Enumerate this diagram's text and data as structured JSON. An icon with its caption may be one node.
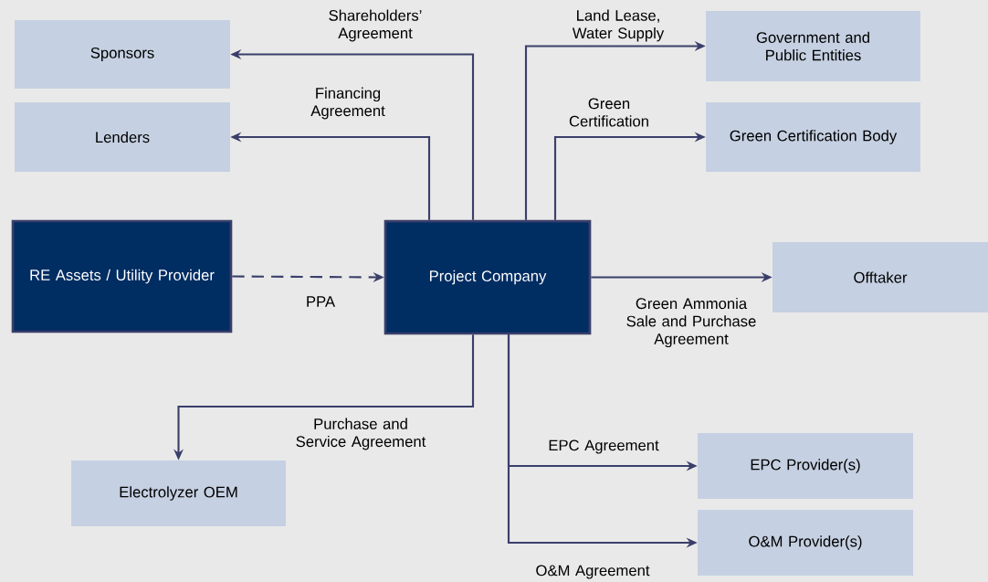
{
  "diagram": {
    "nodes": [
      {
        "text": [
          "Sponsors"
        ]
      },
      {
        "text": [
          "Lenders"
        ]
      },
      {
        "text": [
          "Government and Public Entities"
        ]
      },
      {
        "text": [
          "Green Certification Body"
        ]
      },
      {
        "text": [
          "RE Assets / Utility Provider"
        ]
      },
      {
        "text": [
          "Project Company"
        ]
      },
      {
        "text": [
          "Offtaker"
        ]
      },
      {
        "text": [
          "Electrolyzer OEM"
        ]
      },
      {
        "text": [
          "EPC Provider(s)"
        ]
      },
      {
        "text": [
          "O&M Provider(s)"
        ]
      }
    ],
    "edges": [
      {
        "from": 5,
        "to": 0,
        "arrow": "to",
        "label": "Shareholders’ Agreement"
      },
      {
        "from": 5,
        "to": 1,
        "arrow": "to",
        "label": "Financing Agreement"
      },
      {
        "from": 5,
        "to": 2,
        "arrow": "to",
        "label": "Land Lease, Water Supply"
      },
      {
        "from": 5,
        "to": 3,
        "arrow": "to",
        "label": "Green Certification"
      },
      {
        "from": 4,
        "to": 5,
        "arrow": "to",
        "label": "PPA",
        "style": "dashed"
      },
      {
        "from": 5,
        "to": 6,
        "arrow": "to",
        "label": "Green Ammonia Sale and Purchase Agreement"
      },
      {
        "from": 5,
        "to": 7,
        "arrow": "to",
        "label": "Purchase and Service Agreement"
      },
      {
        "from": 5,
        "to": 8,
        "arrow": "to",
        "label": "EPC Agreement"
      },
      {
        "from": 5,
        "to": 9,
        "arrow": "to",
        "label": "O&M Agreement"
      }
    ]
  }
}
